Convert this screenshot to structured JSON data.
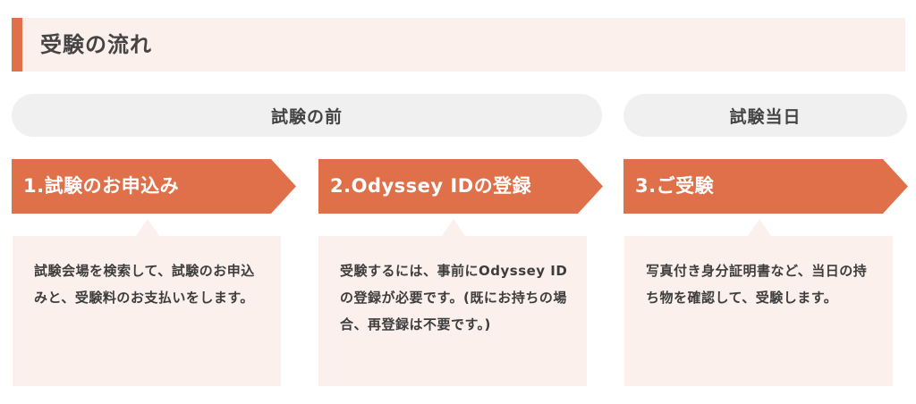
{
  "header": {
    "title": "受験の流れ"
  },
  "phases": [
    {
      "label": "試験の前"
    },
    {
      "label": "試験当日"
    }
  ],
  "steps": [
    {
      "title": "1.試験のお申込み",
      "description": "試験会場を検索して、試験のお申込みと、受験料のお支払いをします。"
    },
    {
      "title": "2.Odyssey IDの登録",
      "description": "受験するには、事前にOdyssey IDの登録が必要です。(既にお持ちの場合、再登録は不要です。)"
    },
    {
      "title": "3.ご受験",
      "description": "写真付き身分証明書など、当日の持ち物を確認して、受験します。"
    }
  ],
  "colors": {
    "accent": "#e0704a",
    "header_bg": "#fbf0ec",
    "pill_bg": "#f0f0f0",
    "card_bg": "#fbf0ec",
    "text": "#3d3d3d"
  }
}
